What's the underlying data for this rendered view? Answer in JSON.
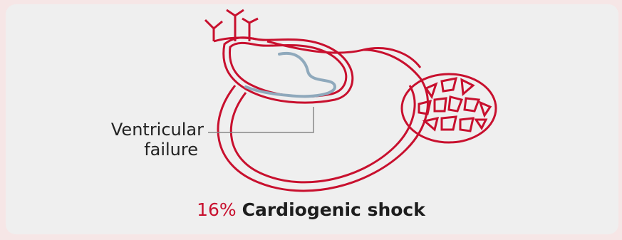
{
  "diagram": {
    "label_line1": "Ventricular",
    "label_line2": "failure",
    "caption_percent": "16%",
    "caption_text": "Cardiogenic shock"
  },
  "colors": {
    "outline": "#c8102e",
    "ventricle_outline": "#8fa9bc",
    "leader_line": "#888888"
  },
  "icons": [
    "heart-icon",
    "peripheral-vessels-icon"
  ]
}
